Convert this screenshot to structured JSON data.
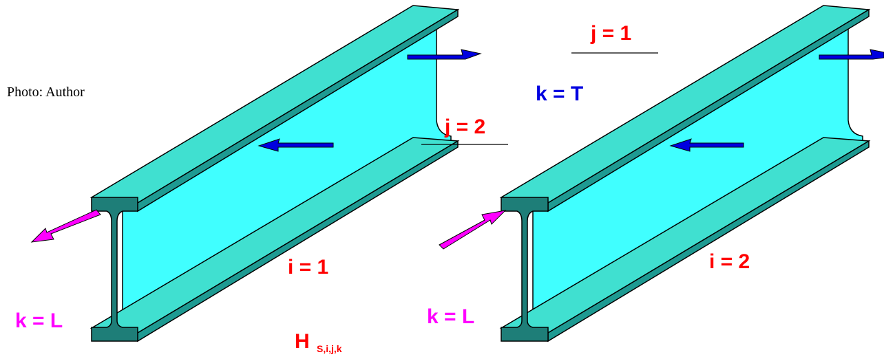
{
  "credit": "Photo: Author",
  "colors": {
    "web_light": "#40FFFF",
    "top_flange": "#40E0D0",
    "edge": "#1E9A92",
    "dark_face": "#1E7E78",
    "outline": "#000000",
    "red_label": "#FF0000",
    "blue": "#0000E0",
    "magenta": "#FF00FF"
  },
  "labels": {
    "j1": "j = 1",
    "j2": "j = 2",
    "kT": "k = T",
    "kL_left": "k = L",
    "kL_right": "k = L",
    "i1": "i = 1",
    "i2": "i = 2",
    "H_main": "H",
    "H_sub": "S,i,j,k"
  },
  "beams": [
    {
      "name": "beam-left",
      "index_label": "i = 1",
      "longitudinal_arrow": "pointing-out-left",
      "transverse_arrow": "right"
    },
    {
      "name": "beam-right",
      "index_label": "i = 2",
      "longitudinal_arrow": "pointing-in-right",
      "transverse_arrow": "right"
    }
  ]
}
